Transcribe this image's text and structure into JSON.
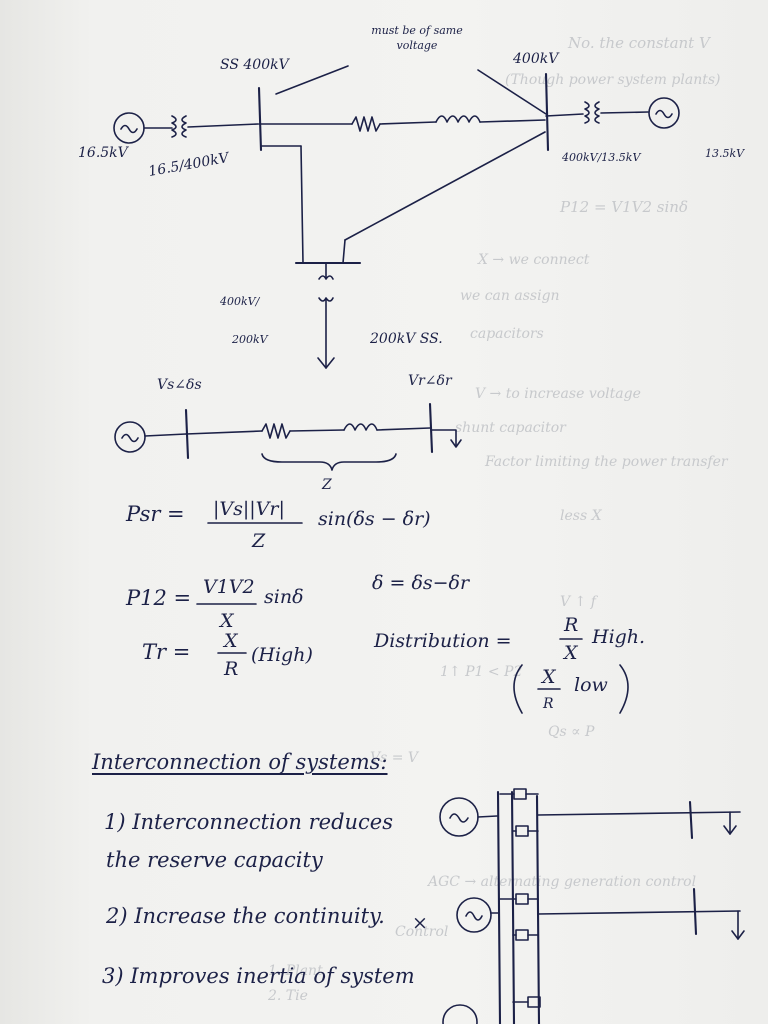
{
  "diagram1": {
    "gen_left_kv": "16.5kV",
    "xfmr_left_ratio": "16.5/400kV",
    "ss_left": "SS 400kV",
    "note": "must be of same voltage",
    "ss_right": "400kV",
    "xfmr_right_ratio": "400kV/13.5kV",
    "gen_right_kv": "13.5kV",
    "xfmr_mid_ratio_top": "400kV/",
    "xfmr_mid_ratio_bottom": "200kV",
    "ss_bottom": "200kV SS."
  },
  "diagram2": {
    "vs_label": "Vs∠δs",
    "vr_label": "Vr∠δr",
    "z_label": "Z"
  },
  "equations": {
    "psr_lhs": "Psr =",
    "psr_num": "|Vs||Vr|",
    "psr_den": "Z",
    "psr_tail": "sin(δs − δr)",
    "p12_lhs": "P12 =",
    "p12_num": "V1V2",
    "p12_den": "X",
    "p12_tail": "sinδ",
    "delta_def": "δ = δs−δr",
    "tr_lhs": "Tr =",
    "tr_num": "X",
    "tr_den": "R",
    "tr_tail": "(High)",
    "dist_lhs": "Distribution =",
    "dist_num": "R",
    "dist_den": "X",
    "dist_tail": "High.",
    "low_num": "X",
    "low_den": "R",
    "low_tail": "low"
  },
  "interconnection": {
    "heading": "Interconnection of systems:",
    "item1_line1": "1) Interconnection reduces",
    "item1_line2": "the reserve capacity",
    "item2": "2) Increase the continuity.",
    "item2_mark": "×",
    "item3": "3) Improves inertia of system"
  },
  "bleed_through": [
    "No. the constant V",
    "(Though power system plants)",
    "P12 = V1V2 sinδ",
    "X → we connect",
    "we can assign",
    "capacitors",
    "V → to increase voltage",
    "shunt capacitor",
    "Factor limiting the power transfer",
    "less X",
    "V ↑ f",
    "1↑ P1 < P2",
    "Qs ∝ P",
    "Vs = V",
    "AGC → alternating generation control",
    "Control",
    "1. Plant",
    "2. Tie"
  ],
  "colors": {
    "ink": "#1c2147",
    "paper": "#f3f3f1",
    "bleed": "#c7c9cc"
  }
}
